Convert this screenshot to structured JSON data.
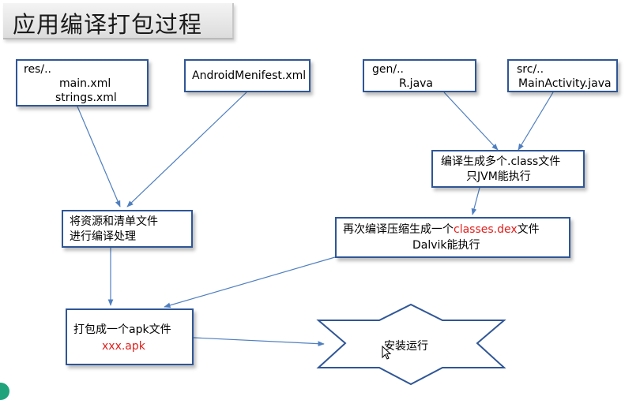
{
  "title": "应用编译打包过程",
  "boxes": {
    "res": {
      "lines": [
        "res/..",
        "main.xml",
        "strings.xml"
      ]
    },
    "manifest": {
      "lines": [
        "AndroidMenifest.xml"
      ]
    },
    "gen": {
      "lines": [
        "gen/..",
        "R.java"
      ]
    },
    "src": {
      "lines": [
        "src/..",
        "MainActivity.java"
      ]
    },
    "compile_class": {
      "lines": [
        "编译生成多个.class文件",
        "只JVM能执行"
      ]
    },
    "process_res": {
      "lines": [
        "将资源和清单文件",
        "进行编译处理"
      ]
    },
    "compile_dex": {
      "line1_pre": "再次编译压缩生成一个",
      "line1_highlight": "classes.dex",
      "line1_post": "文件",
      "line2": "Dalvik能执行"
    },
    "package_apk": {
      "line1": "打包成一个apk文件",
      "line2": "xxx.apk"
    }
  },
  "install": {
    "label": "安装运行"
  },
  "colors": {
    "box_border": "#2f5696",
    "arrow": "#4f7fc0",
    "highlight": "#e0201c",
    "corner_accent": "#1fa37a"
  }
}
